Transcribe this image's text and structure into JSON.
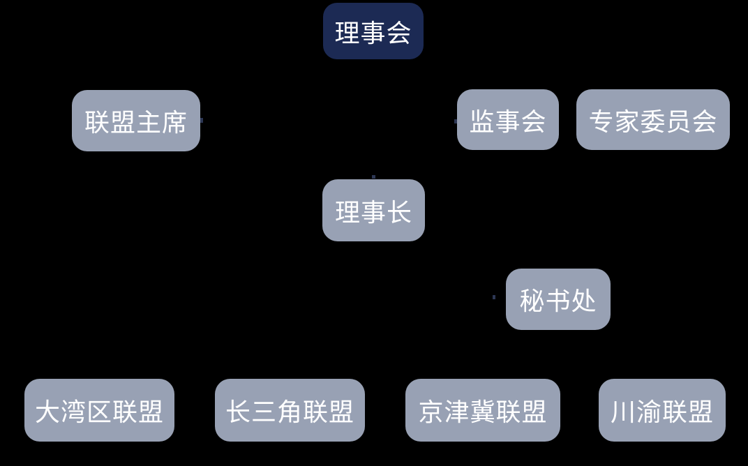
{
  "diagram": {
    "type": "org-chart",
    "background": "#000000",
    "colors": {
      "primary_node": "#1c2a54",
      "secondary_node": "#98a1b4",
      "text": "#ffffff",
      "connector_stub": "#2d3754"
    },
    "nodes": [
      {
        "id": "council",
        "label": "理事会",
        "level": 1,
        "variant": "primary"
      },
      {
        "id": "alliance-chairman",
        "label": "联盟主席",
        "level": 2,
        "variant": "secondary"
      },
      {
        "id": "supervisory-board",
        "label": "监事会",
        "level": 2,
        "variant": "secondary"
      },
      {
        "id": "expert-committee",
        "label": "专家委员会",
        "level": 2,
        "variant": "secondary"
      },
      {
        "id": "president",
        "label": "理事长",
        "level": 3,
        "variant": "secondary"
      },
      {
        "id": "secretariat",
        "label": "秘书处",
        "level": 4,
        "variant": "secondary"
      },
      {
        "id": "greater-bay-alliance",
        "label": "大湾区联盟",
        "level": 5,
        "variant": "secondary"
      },
      {
        "id": "yangtze-delta-alliance",
        "label": "长三角联盟",
        "level": 5,
        "variant": "secondary"
      },
      {
        "id": "jing-jin-ji-alliance",
        "label": "京津冀联盟",
        "level": 5,
        "variant": "secondary"
      },
      {
        "id": "chuan-yu-alliance",
        "label": "川渝联盟",
        "level": 5,
        "variant": "secondary"
      }
    ]
  }
}
